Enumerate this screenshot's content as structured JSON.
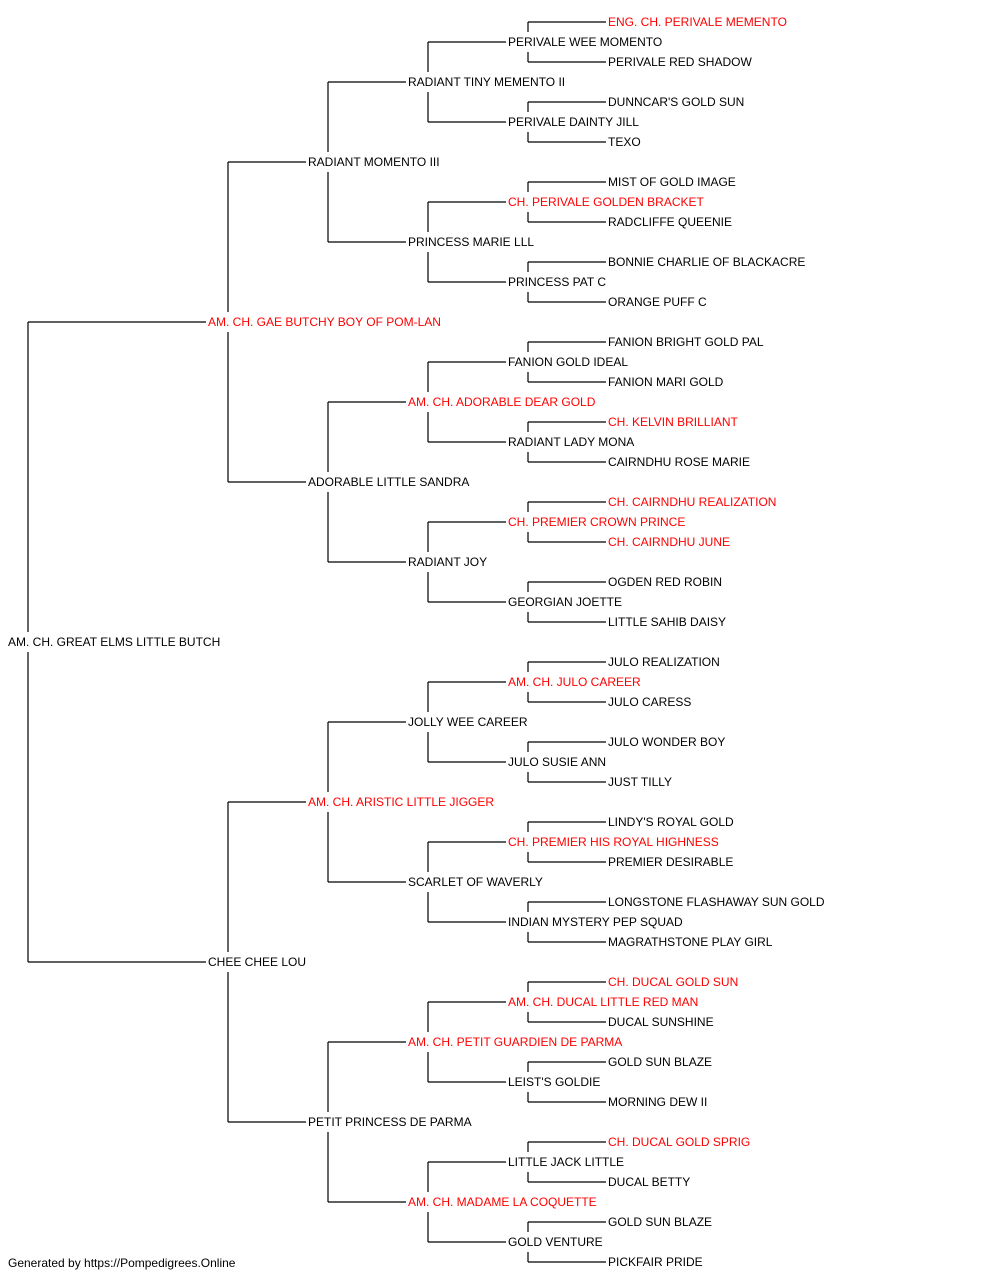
{
  "colors": {
    "champion": "#ff0000",
    "normal": "#000000",
    "line": "#000000"
  },
  "footer": "Generated by https://Pompedigrees.Online",
  "pedigree": {
    "name": "AM. CH. GREAT ELMS LITTLE BUTCH",
    "champion": false,
    "sire": {
      "name": "AM. CH. GAE BUTCHY BOY OF POM-LAN",
      "champion": true,
      "sire": {
        "name": "RADIANT MOMENTO III",
        "champion": false,
        "sire": {
          "name": "RADIANT TINY MEMENTO II",
          "champion": false,
          "sire": {
            "name": "PERIVALE WEE MOMENTO",
            "champion": false,
            "sire": {
              "name": "ENG. CH. PERIVALE MEMENTO",
              "champion": true
            },
            "dam": {
              "name": "PERIVALE RED SHADOW",
              "champion": false
            }
          },
          "dam": {
            "name": "PERIVALE DAINTY JILL",
            "champion": false,
            "sire": {
              "name": "DUNNCAR'S GOLD SUN",
              "champion": false
            },
            "dam": {
              "name": "TEXO",
              "champion": false
            }
          }
        },
        "dam": {
          "name": "PRINCESS MARIE LLL",
          "champion": false,
          "sire": {
            "name": "CH. PERIVALE GOLDEN BRACKET",
            "champion": true,
            "sire": {
              "name": "MIST OF GOLD IMAGE",
              "champion": false
            },
            "dam": {
              "name": "RADCLIFFE QUEENIE",
              "champion": false
            }
          },
          "dam": {
            "name": "PRINCESS PAT C",
            "champion": false,
            "sire": {
              "name": "BONNIE CHARLIE OF BLACKACRE",
              "champion": false
            },
            "dam": {
              "name": "ORANGE PUFF C",
              "champion": false
            }
          }
        }
      },
      "dam": {
        "name": "ADORABLE LITTLE SANDRA",
        "champion": false,
        "sire": {
          "name": "AM. CH. ADORABLE DEAR GOLD",
          "champion": true,
          "sire": {
            "name": "FANION GOLD IDEAL",
            "champion": false,
            "sire": {
              "name": "FANION BRIGHT GOLD PAL",
              "champion": false
            },
            "dam": {
              "name": "FANION MARI GOLD",
              "champion": false
            }
          },
          "dam": {
            "name": "RADIANT LADY MONA",
            "champion": false,
            "sire": {
              "name": "CH. KELVIN BRILLIANT",
              "champion": true
            },
            "dam": {
              "name": "CAIRNDHU ROSE MARIE",
              "champion": false
            }
          }
        },
        "dam": {
          "name": "RADIANT JOY",
          "champion": false,
          "sire": {
            "name": "CH. PREMIER CROWN PRINCE",
            "champion": true,
            "sire": {
              "name": "CH. CAIRNDHU REALIZATION",
              "champion": true
            },
            "dam": {
              "name": "CH. CAIRNDHU JUNE",
              "champion": true
            }
          },
          "dam": {
            "name": "GEORGIAN JOETTE",
            "champion": false,
            "sire": {
              "name": "OGDEN RED ROBIN",
              "champion": false
            },
            "dam": {
              "name": "LITTLE SAHIB DAISY",
              "champion": false
            }
          }
        }
      }
    },
    "dam": {
      "name": "CHEE CHEE LOU",
      "champion": false,
      "sire": {
        "name": "AM. CH. ARISTIC LITTLE JIGGER",
        "champion": true,
        "sire": {
          "name": "JOLLY WEE CAREER",
          "champion": false,
          "sire": {
            "name": "AM. CH. JULO CAREER",
            "champion": true,
            "sire": {
              "name": "JULO REALIZATION",
              "champion": false
            },
            "dam": {
              "name": "JULO CARESS",
              "champion": false
            }
          },
          "dam": {
            "name": "JULO SUSIE ANN",
            "champion": false,
            "sire": {
              "name": "JULO WONDER BOY",
              "champion": false
            },
            "dam": {
              "name": "JUST TILLY",
              "champion": false
            }
          }
        },
        "dam": {
          "name": "SCARLET OF WAVERLY",
          "champion": false,
          "sire": {
            "name": "CH. PREMIER HIS ROYAL HIGHNESS",
            "champion": true,
            "sire": {
              "name": "LINDY'S ROYAL GOLD",
              "champion": false
            },
            "dam": {
              "name": "PREMIER DESIRABLE",
              "champion": false
            }
          },
          "dam": {
            "name": "INDIAN MYSTERY PEP SQUAD",
            "champion": false,
            "sire": {
              "name": "LONGSTONE FLASHAWAY SUN GOLD",
              "champion": false
            },
            "dam": {
              "name": "MAGRATHSTONE PLAY GIRL",
              "champion": false
            }
          }
        }
      },
      "dam": {
        "name": "PETIT PRINCESS DE PARMA",
        "champion": false,
        "sire": {
          "name": "AM. CH. PETIT GUARDIEN DE PARMA",
          "champion": true,
          "sire": {
            "name": "AM. CH. DUCAL LITTLE RED MAN",
            "champion": true,
            "sire": {
              "name": "CH. DUCAL GOLD SUN",
              "champion": true
            },
            "dam": {
              "name": "DUCAL SUNSHINE",
              "champion": false
            }
          },
          "dam": {
            "name": "LEIST'S GOLDIE",
            "champion": false,
            "sire": {
              "name": "GOLD SUN BLAZE",
              "champion": false
            },
            "dam": {
              "name": "MORNING DEW II",
              "champion": false
            }
          }
        },
        "dam": {
          "name": "AM. CH. MADAME LA COQUETTE",
          "champion": true,
          "sire": {
            "name": "LITTLE JACK LITTLE",
            "champion": false,
            "sire": {
              "name": "CH. DUCAL GOLD SPRIG",
              "champion": true
            },
            "dam": {
              "name": "DUCAL BETTY",
              "champion": false
            }
          },
          "dam": {
            "name": "GOLD VENTURE",
            "champion": false,
            "sire": {
              "name": "GOLD SUN BLAZE",
              "champion": false
            },
            "dam": {
              "name": "PICKFAIR PRIDE",
              "champion": false
            }
          }
        }
      }
    }
  }
}
